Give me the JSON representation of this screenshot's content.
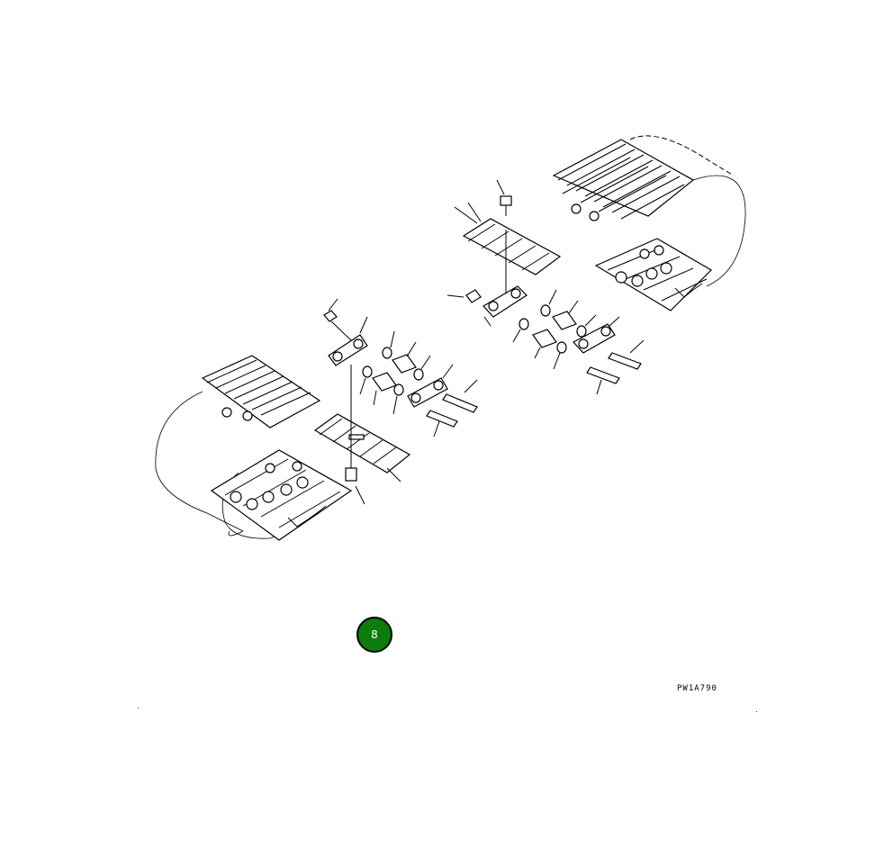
{
  "badge": {
    "number": "8",
    "color": "#0b7d0b"
  },
  "drawing_code": "PW1A790",
  "icons": [
    "track-shoe-assembly",
    "link",
    "pin",
    "bushing",
    "seal",
    "bolt",
    "nut"
  ]
}
